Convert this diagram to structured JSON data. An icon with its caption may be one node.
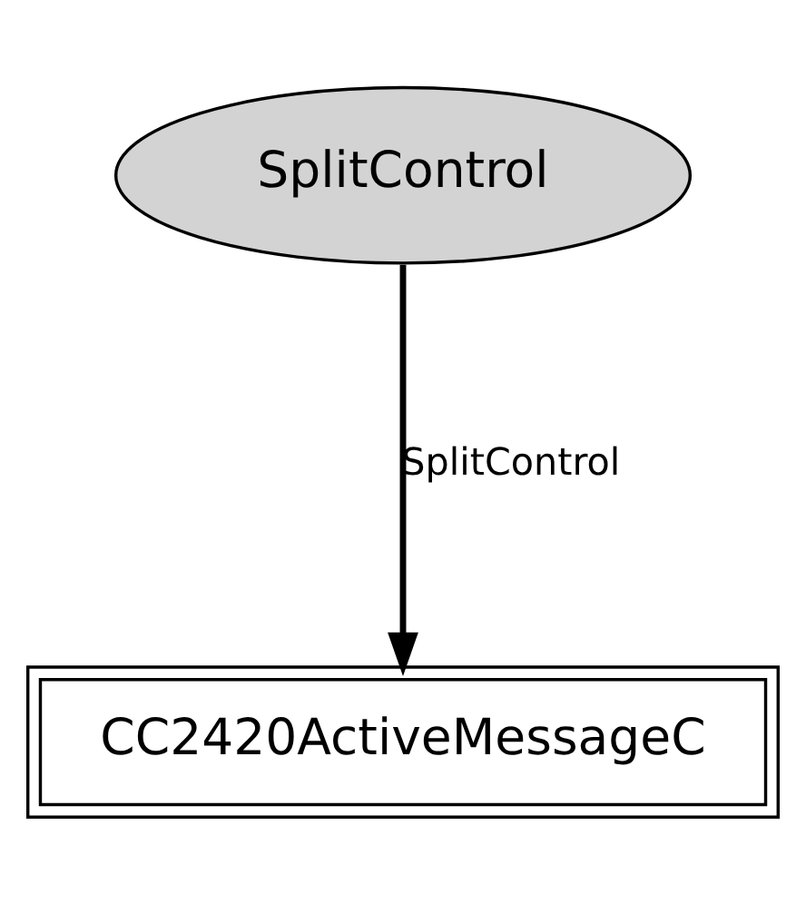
{
  "diagram": {
    "nodes": [
      {
        "text": [
          "SplitControl"
        ]
      },
      {
        "text": [
          "CC2420ActiveMessageC"
        ]
      }
    ],
    "edges": [
      {
        "from": 0,
        "to": 1,
        "arrow": "to",
        "label": "SplitControl"
      }
    ]
  }
}
